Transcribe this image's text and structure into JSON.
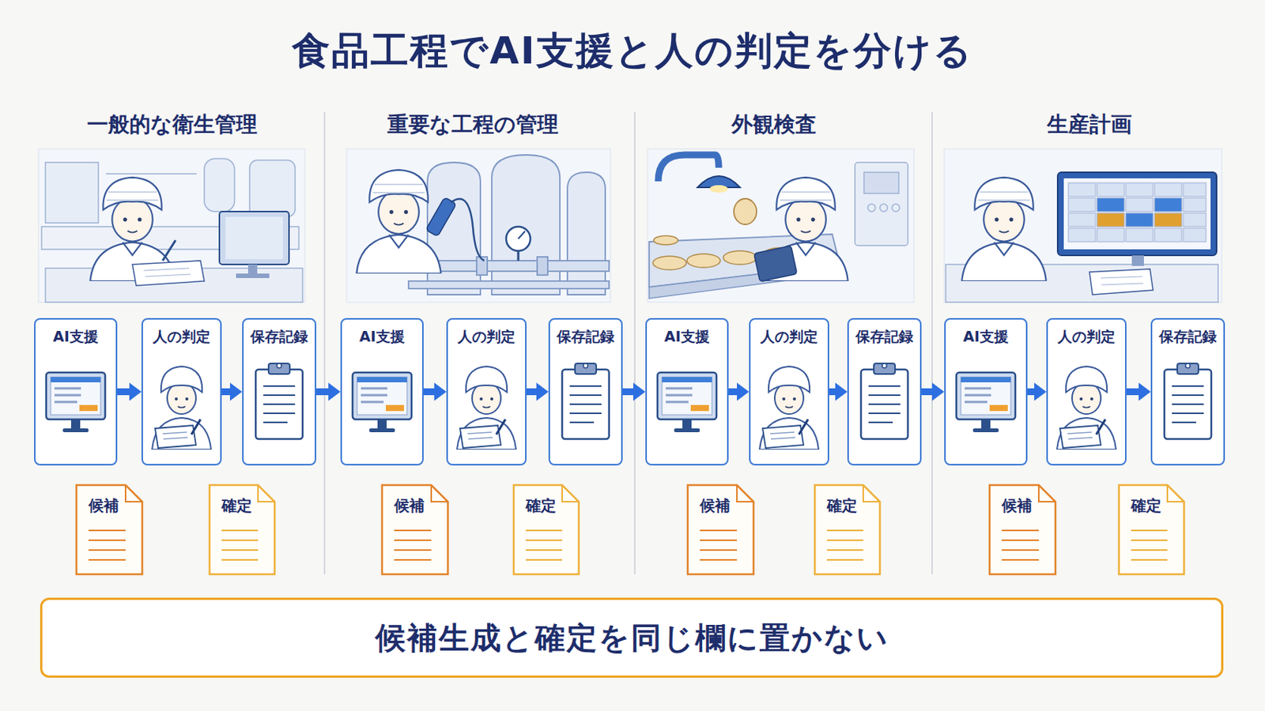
{
  "diagram": {
    "title": "食品工程でAI支援と人の判定を分ける",
    "nodes": [
      {
        "text": [
          "AI支援"
        ]
      },
      {
        "text": [
          "人の判定"
        ]
      },
      {
        "text": [
          "保存記録"
        ]
      },
      {
        "text": [
          "候補"
        ]
      },
      {
        "text": [
          "確定"
        ]
      },
      {
        "text": [
          "AI支援"
        ]
      },
      {
        "text": [
          "人の判定"
        ]
      },
      {
        "text": [
          "保存記録"
        ]
      },
      {
        "text": [
          "候補"
        ]
      },
      {
        "text": [
          "確定"
        ]
      },
      {
        "text": [
          "AI支援"
        ]
      },
      {
        "text": [
          "人の判定"
        ]
      },
      {
        "text": [
          "保存記録"
        ]
      },
      {
        "text": [
          "候補"
        ]
      },
      {
        "text": [
          "確定"
        ]
      },
      {
        "text": [
          "AI支援"
        ]
      },
      {
        "text": [
          "人の判定"
        ]
      },
      {
        "text": [
          "保存記録"
        ]
      },
      {
        "text": [
          "候補"
        ]
      },
      {
        "text": [
          "確定"
        ]
      },
      {
        "text": [
          "候補生成と確定を同じ欄に置かない"
        ]
      }
    ],
    "edges": [
      {
        "from": 0,
        "to": 1,
        "arrow": "to"
      },
      {
        "from": 1,
        "to": 2,
        "arrow": "to"
      },
      {
        "from": 2,
        "to": 5,
        "arrow": "to"
      },
      {
        "from": 5,
        "to": 6,
        "arrow": "to"
      },
      {
        "from": 6,
        "to": 7,
        "arrow": "to"
      },
      {
        "from": 7,
        "to": 10,
        "arrow": "to"
      },
      {
        "from": 10,
        "to": 11,
        "arrow": "to"
      },
      {
        "from": 11,
        "to": 12,
        "arrow": "to"
      },
      {
        "from": 12,
        "to": 15,
        "arrow": "to"
      },
      {
        "from": 15,
        "to": 16,
        "arrow": "to"
      },
      {
        "from": 16,
        "to": 17,
        "arrow": "to"
      }
    ],
    "labels": [
      "一般的な衛生管理",
      "重要な工程の管理",
      "外観検査",
      "生産計画"
    ]
  }
}
